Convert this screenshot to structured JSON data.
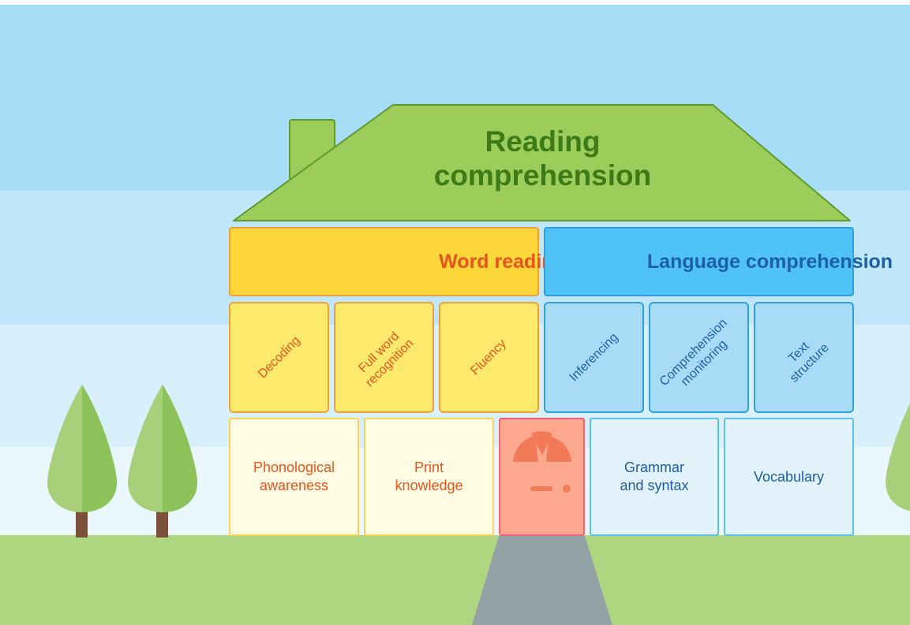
{
  "roof": {
    "title": "Reading comprehension"
  },
  "word_reading": {
    "title": "Word reading",
    "skills": [
      "Decoding",
      "Full word recognition",
      "Fluency"
    ],
    "foundations": [
      "Phonological awareness",
      "Print knowledge"
    ]
  },
  "language_comprehension": {
    "title": "Language comprehension",
    "skills": [
      "Inferencing",
      "Comprehension monitoring",
      "Text structure"
    ],
    "foundations": [
      "Grammar and syntax",
      "Vocabulary"
    ]
  },
  "colors": {
    "roof": "#9ccd5a",
    "roof_text": "#3d7a18",
    "word_accent": "#e8541f",
    "word_header_fill": "#fdd63a",
    "language_accent": "#1d5fa5",
    "language_header_fill": "#4fc3f5",
    "door": "#fba88e",
    "ground": "#aed580",
    "sky": "#a6def8"
  }
}
